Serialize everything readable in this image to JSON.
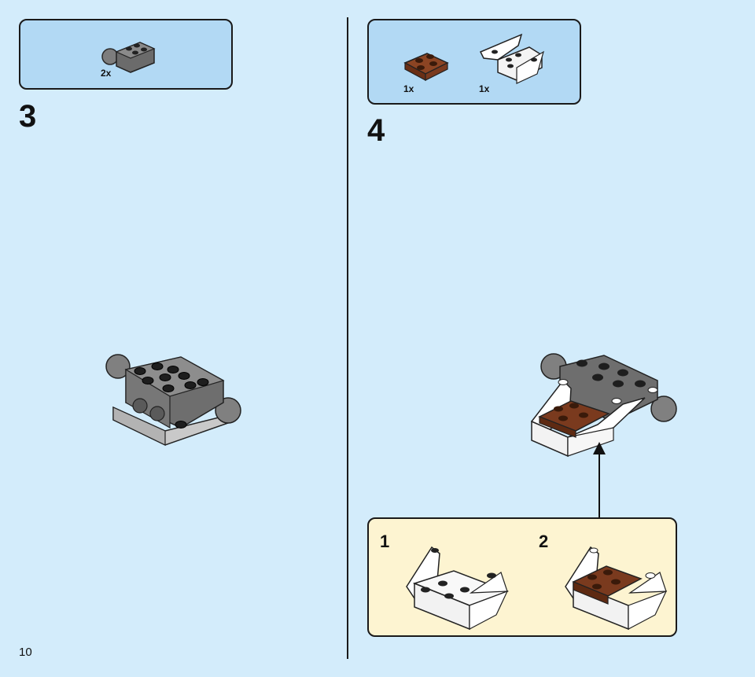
{
  "page": {
    "number": "10"
  },
  "steps": [
    {
      "number": "3",
      "parts": [
        {
          "name": "dark grey brick with ball joints",
          "qty": "2x"
        }
      ]
    },
    {
      "number": "4",
      "parts": [
        {
          "name": "reddish brown plate 2x2",
          "qty": "1x"
        },
        {
          "name": "white wedge assembly",
          "qty": "1x"
        }
      ],
      "substeps": [
        {
          "number": "1"
        },
        {
          "number": "2"
        }
      ]
    }
  ],
  "colors": {
    "background": "#d3ecfb",
    "parts_box": "#b2d9f4",
    "substep_box": "#fdf4d1",
    "dark_grey": "#6b6b6b",
    "brown": "#7a3a1e",
    "white": "#ffffff"
  }
}
